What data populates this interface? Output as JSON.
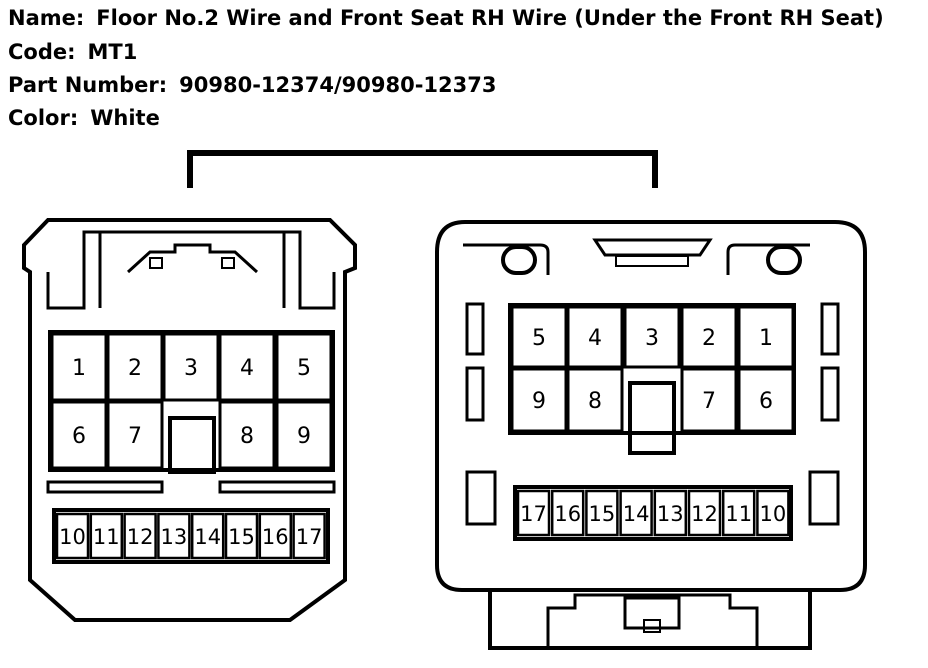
{
  "header": {
    "name_label": "Name:",
    "name_value": "Floor No.2 Wire and Front Seat RH Wire (Under the Front RH Seat)",
    "code_label": "Code:",
    "code_value": "MT1",
    "part_label": "Part Number:",
    "part_value": "90980-12374/90980-12373",
    "color_label": "Color:",
    "color_value": "White"
  },
  "left_connector": {
    "row1": [
      "1",
      "2",
      "3",
      "4",
      "5"
    ],
    "row2": [
      "6",
      "7",
      "8",
      "9"
    ],
    "row3": [
      "10",
      "11",
      "12",
      "13",
      "14",
      "15",
      "16",
      "17"
    ]
  },
  "right_connector": {
    "row1": [
      "5",
      "4",
      "3",
      "2",
      "1"
    ],
    "row2": [
      "9",
      "8",
      "7",
      "6"
    ],
    "row3": [
      "17",
      "16",
      "15",
      "14",
      "13",
      "12",
      "11",
      "10"
    ]
  }
}
